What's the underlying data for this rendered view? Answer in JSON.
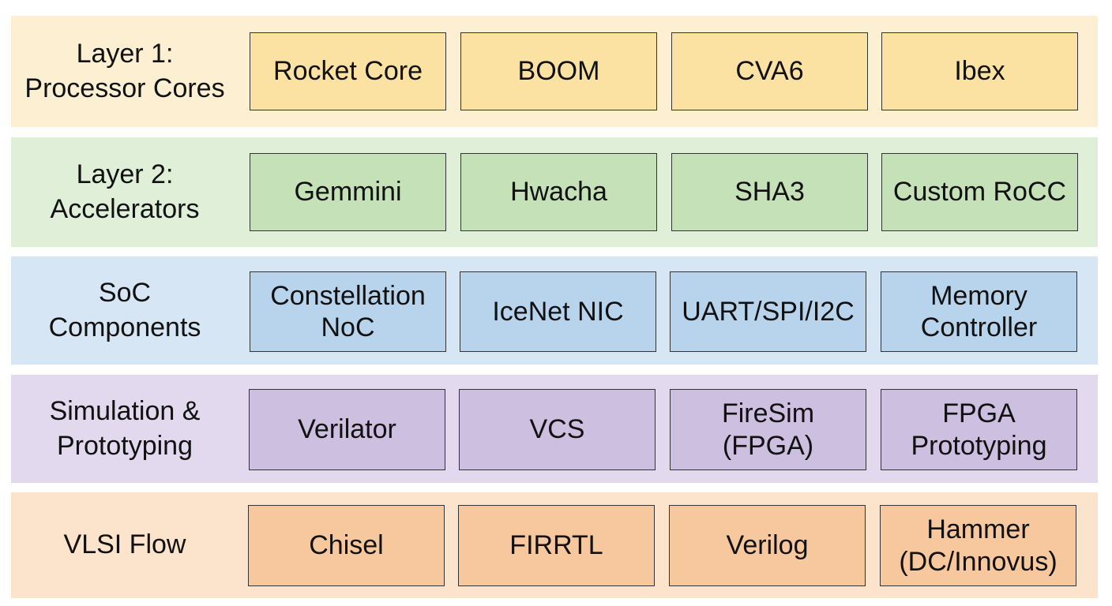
{
  "layers": [
    {
      "label": "Layer 1:\nProcessor Cores",
      "bg": "#fdf0d2",
      "box_fill": "#fbe2a2",
      "items": [
        "Rocket Core",
        "BOOM",
        "CVA6",
        "Ibex"
      ]
    },
    {
      "label": "Layer 2:\nAccelerators",
      "bg": "#e0efd8",
      "box_fill": "#c5e1b8",
      "items": [
        "Gemmini",
        "Hwacha",
        "SHA3",
        "Custom RoCC"
      ]
    },
    {
      "label": "SoC\nComponents",
      "bg": "#d6e6f5",
      "box_fill": "#b8d4ec",
      "items": [
        "Constellation\nNoC",
        "IceNet NIC",
        "UART/SPI/I2C",
        "Memory\nController"
      ]
    },
    {
      "label": "Simulation &\nPrototyping",
      "bg": "#e2d9ee",
      "box_fill": "#cdbfe0",
      "items": [
        "Verilator",
        "VCS",
        "FireSim\n(FPGA)",
        "FPGA\nPrototyping"
      ]
    },
    {
      "label": "VLSI Flow",
      "bg": "#fce3cc",
      "box_fill": "#f7c79d",
      "items": [
        "Chisel",
        "FIRRTL",
        "Verilog",
        "Hammer\n(DC/Innovus)"
      ]
    }
  ]
}
